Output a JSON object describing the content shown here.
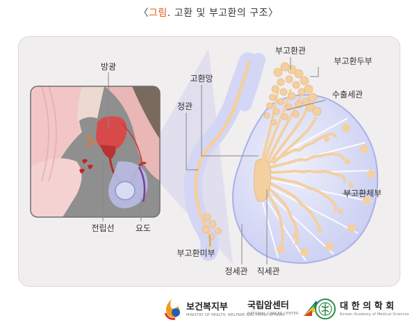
{
  "title": {
    "open_bracket": "〈",
    "highlight": "그림",
    "rest": ". 고환 및 부고환의 구조",
    "close_bracket": "〉"
  },
  "labels": {
    "bladder": "방광",
    "prostate": "전립선",
    "urethra": "요도",
    "vas_deferens": "정관",
    "rete_testis": "고환망",
    "epididymal_duct": "부고환관",
    "epididymis_head": "부고환두부",
    "efferent_ducts": "수출세관",
    "epididymis_body": "부고환체부",
    "epididymis_tail": "부고환미부",
    "seminiferous_tubule": "정세관",
    "straight_tubule": "직세관"
  },
  "footer": {
    "org1": {
      "name": "보건복지부",
      "sub": "MINISTRY OF HEALTH, WELFARE AND FAMILY AFFAIRS"
    },
    "org2": {
      "name": "국립암센터",
      "sub": "NATIONAL CANCER CENTER"
    },
    "org3": {
      "name": "대 한 의 학 회",
      "sub": "Korean Academy of Medical Sciences"
    }
  },
  "colors": {
    "title_highlight": "#e3571b",
    "tubule": "#f4cfa0",
    "capsule": "#c9cdf2",
    "panel_bg": "#f1eef0"
  }
}
